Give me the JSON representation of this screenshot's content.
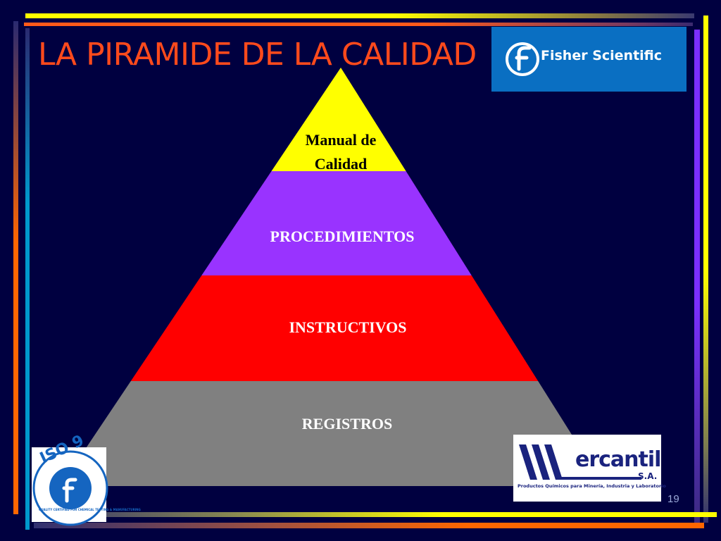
{
  "slide": {
    "title": "LA PIRAMIDE DE LA CALIDAD",
    "page_number": "19"
  },
  "pyramid": {
    "levels": [
      {
        "label_lines": [
          "Manual de",
          "Calidad"
        ],
        "color": "#ffff00",
        "text_color": "#000000"
      },
      {
        "label_lines": [
          "PROCEDIMIENTOS"
        ],
        "color": "#9933ff",
        "text_color": "#ffffff"
      },
      {
        "label_lines": [
          "INSTRUCTIVOS"
        ],
        "color": "#ff0000",
        "text_color": "#ffffff"
      },
      {
        "label_lines": [
          "REGISTROS"
        ],
        "color": "#808080",
        "text_color": "#ffffff"
      }
    ]
  },
  "logos": {
    "fisher": {
      "text": "Fisher Scientific",
      "color": "#0a6fc2"
    },
    "mercantil": {
      "word": "ercantil",
      "suffix": "S.A.",
      "tagline": "Productos Químicos para Minería, Industria y Laboratorio",
      "color": "#1a237e"
    },
    "iso": {
      "text": "ISO 9",
      "ring_text": "QUALITY CERTIFIED FOR CHEMICAL TESTING & MANUFACTURING"
    }
  },
  "colors": {
    "background": "#000040",
    "title": "#ff4a1c",
    "accent_yellow": "#ffff00",
    "accent_orange": "#ff6600",
    "accent_purple": "#7b2fff",
    "accent_blue": "#0099cc"
  }
}
